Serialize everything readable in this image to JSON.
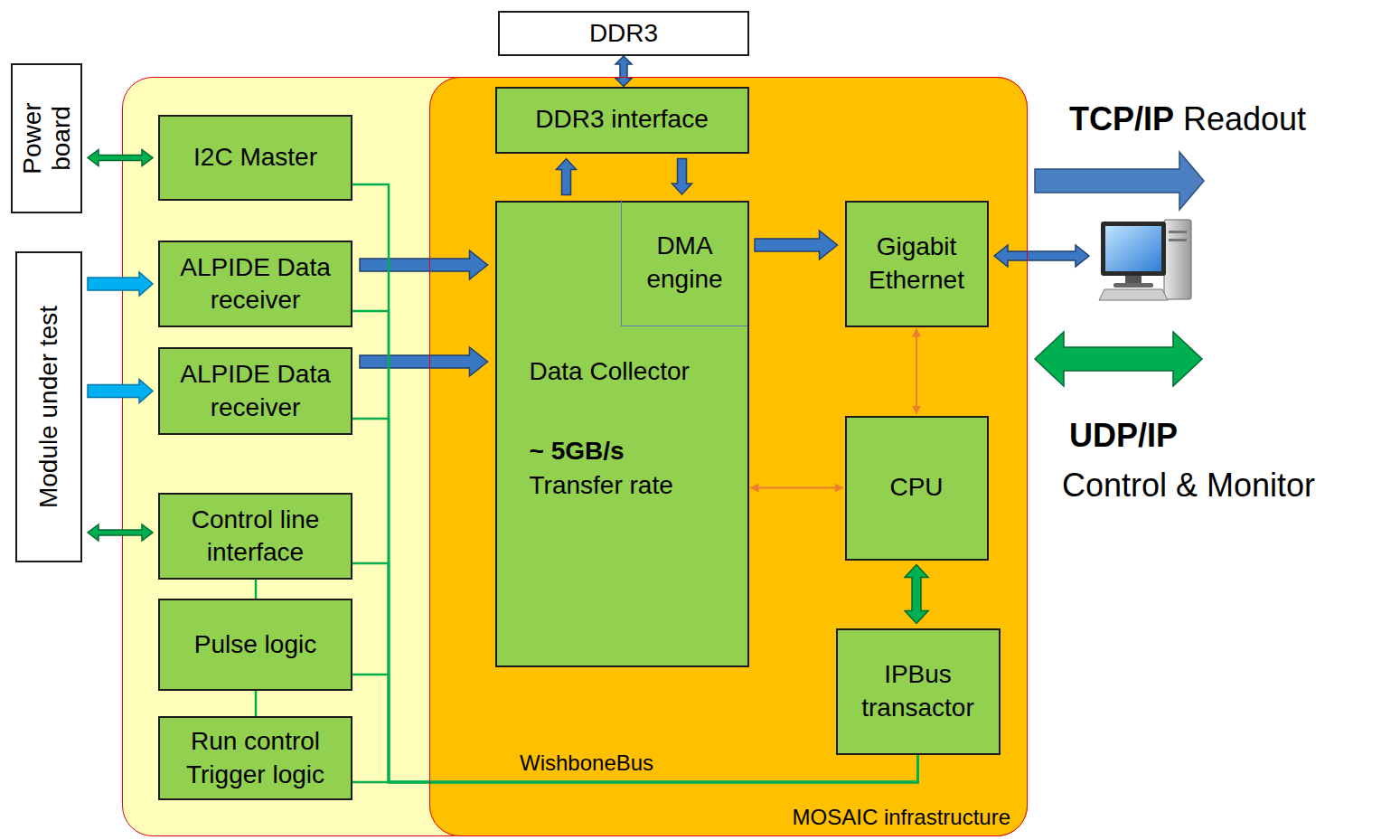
{
  "diagram": {
    "nodes": [
      {
        "text": [
          "DDR3"
        ]
      },
      {
        "text": [
          "Power board"
        ]
      },
      {
        "text": [
          "Module under test"
        ]
      },
      {
        "text": [
          "I2C Master"
        ]
      },
      {
        "text": [
          "ALPIDE Data receiver"
        ]
      },
      {
        "text": [
          "ALPIDE Data receiver"
        ]
      },
      {
        "text": [
          "Control line interface"
        ]
      },
      {
        "text": [
          "Pulse logic"
        ]
      },
      {
        "text": [
          "Run control Trigger logic"
        ]
      },
      {
        "text": [
          "MOSAIC infrastructure"
        ]
      },
      {
        "text": [
          "DDR3 interface"
        ],
        "in": 9
      },
      {
        "text": [
          "Data Collector",
          "~ 5GB/s",
          "Transfer rate"
        ],
        "in": 9
      },
      {
        "text": [
          "DMA engine"
        ],
        "in": 11
      },
      {
        "text": [
          "Gigabit Ethernet"
        ],
        "in": 9
      },
      {
        "text": [
          "CPU"
        ],
        "in": 9
      },
      {
        "text": [
          "IPBus transactor"
        ],
        "in": 9
      }
    ],
    "edges": [
      {
        "from": 0,
        "to": 10,
        "arrow": "both"
      },
      {
        "from": 1,
        "to": 3,
        "arrow": "both"
      },
      {
        "from": 2,
        "to": 4,
        "arrow": "to"
      },
      {
        "from": 2,
        "to": 5,
        "arrow": "to"
      },
      {
        "from": 2,
        "to": 6,
        "arrow": "both"
      },
      {
        "from": 4,
        "to": 11,
        "arrow": "to"
      },
      {
        "from": 5,
        "to": 11,
        "arrow": "to"
      },
      {
        "from": 11,
        "to": 10,
        "arrow": "to"
      },
      {
        "from": 10,
        "to": 12,
        "arrow": "to"
      },
      {
        "from": 12,
        "to": 13,
        "arrow": "to"
      },
      {
        "from": 13,
        "to": 14,
        "arrow": "both"
      },
      {
        "from": 11,
        "to": 14,
        "arrow": "both"
      },
      {
        "from": 14,
        "to": 15,
        "arrow": "both"
      },
      {
        "from": 3,
        "to": 15,
        "arrow": "none"
      },
      {
        "from": 4,
        "to": 15,
        "arrow": "none"
      },
      {
        "from": 5,
        "to": 15,
        "arrow": "none"
      },
      {
        "from": 6,
        "to": 15,
        "arrow": "none"
      },
      {
        "from": 7,
        "to": 15,
        "arrow": "none"
      },
      {
        "from": 8,
        "to": 15,
        "arrow": "none"
      },
      {
        "from": 6,
        "to": 7,
        "arrow": "none"
      },
      {
        "from": 7,
        "to": 8,
        "arrow": "none"
      }
    ],
    "labels": [
      "TCP/IP",
      "Readout",
      "UDP/IP",
      "Control & Monitor",
      "WishboneBus"
    ]
  }
}
